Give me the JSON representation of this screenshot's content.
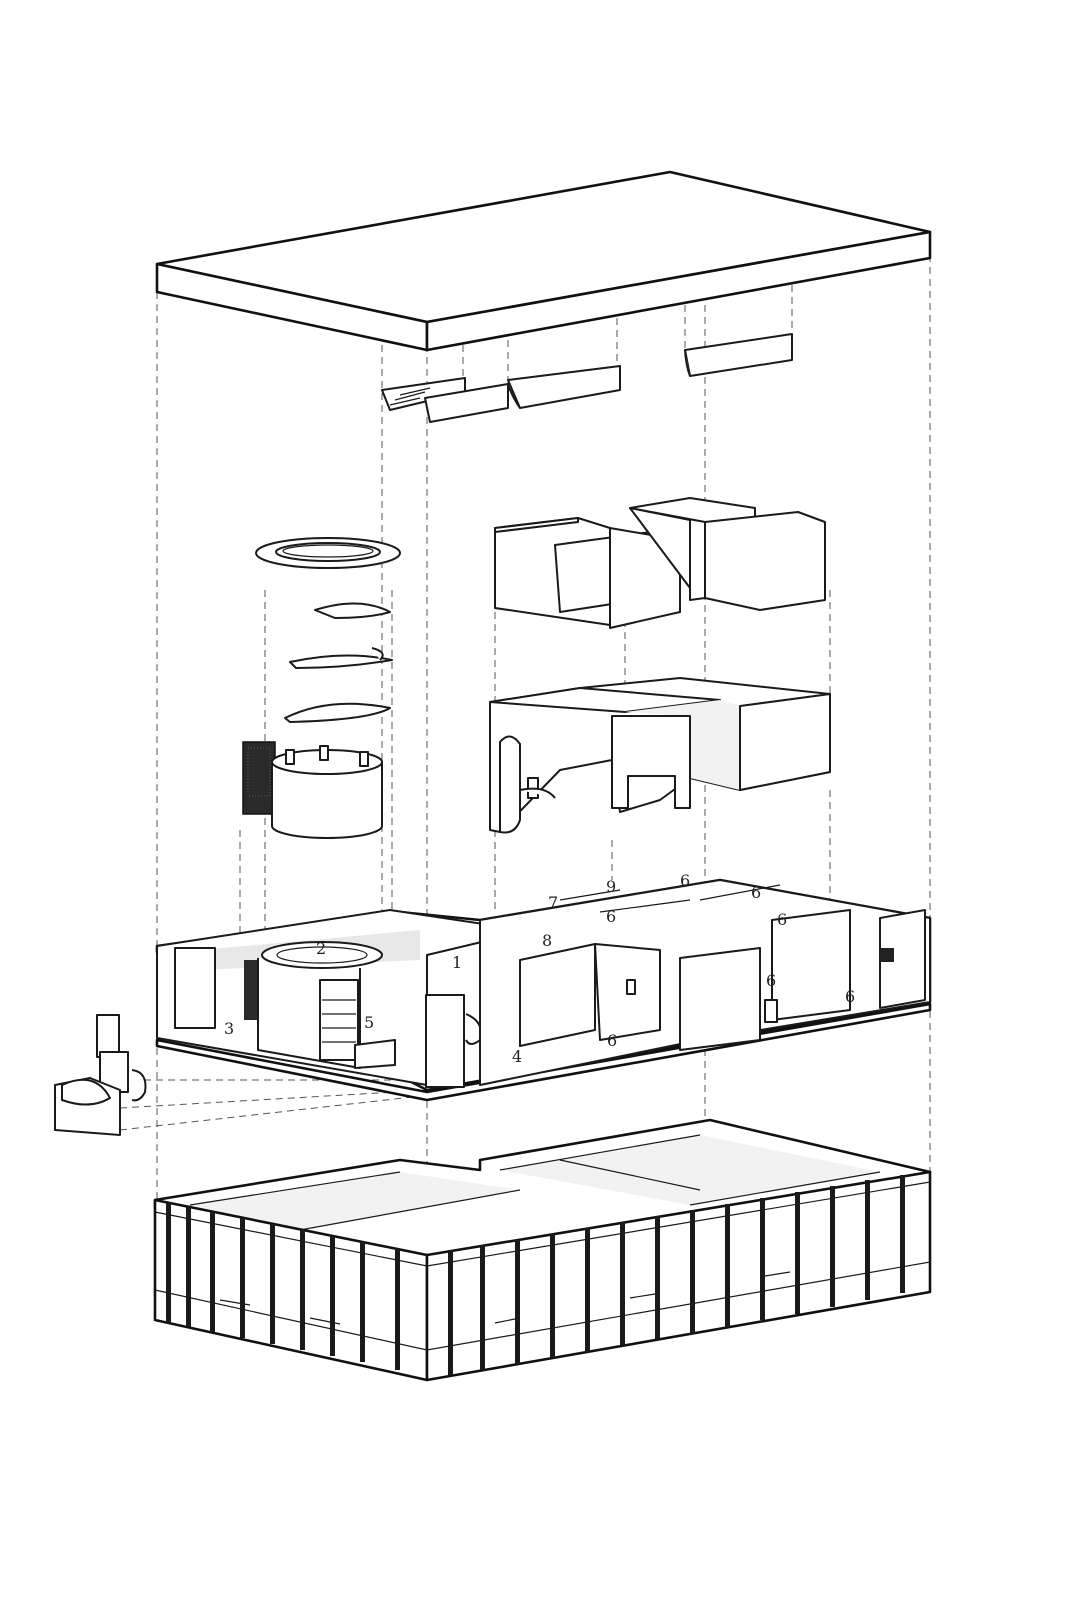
{
  "diagram": {
    "type": "exploded-axonometric",
    "layers": [
      "roof-slab",
      "skylight-scoops",
      "spiral-stair-drum",
      "upper-room-volumes",
      "interior-partition-walls",
      "floor-plan-level",
      "stair-detail",
      "facade-envelope"
    ],
    "room_labels": [
      {
        "id": "1",
        "text": "1"
      },
      {
        "id": "2",
        "text": "2"
      },
      {
        "id": "3",
        "text": "3"
      },
      {
        "id": "4",
        "text": "4"
      },
      {
        "id": "5",
        "text": "5"
      },
      {
        "id": "6a",
        "text": "6"
      },
      {
        "id": "6b",
        "text": "6"
      },
      {
        "id": "6c",
        "text": "6"
      },
      {
        "id": "6d",
        "text": "6"
      },
      {
        "id": "6e",
        "text": "6"
      },
      {
        "id": "6f",
        "text": "6"
      },
      {
        "id": "6g",
        "text": "6"
      },
      {
        "id": "7",
        "text": "7"
      },
      {
        "id": "8",
        "text": "8"
      },
      {
        "id": "9",
        "text": "9"
      }
    ],
    "colors": {
      "line": "#1a1a1a",
      "fill": "#ffffff",
      "shade": "#e8e8e8"
    }
  }
}
